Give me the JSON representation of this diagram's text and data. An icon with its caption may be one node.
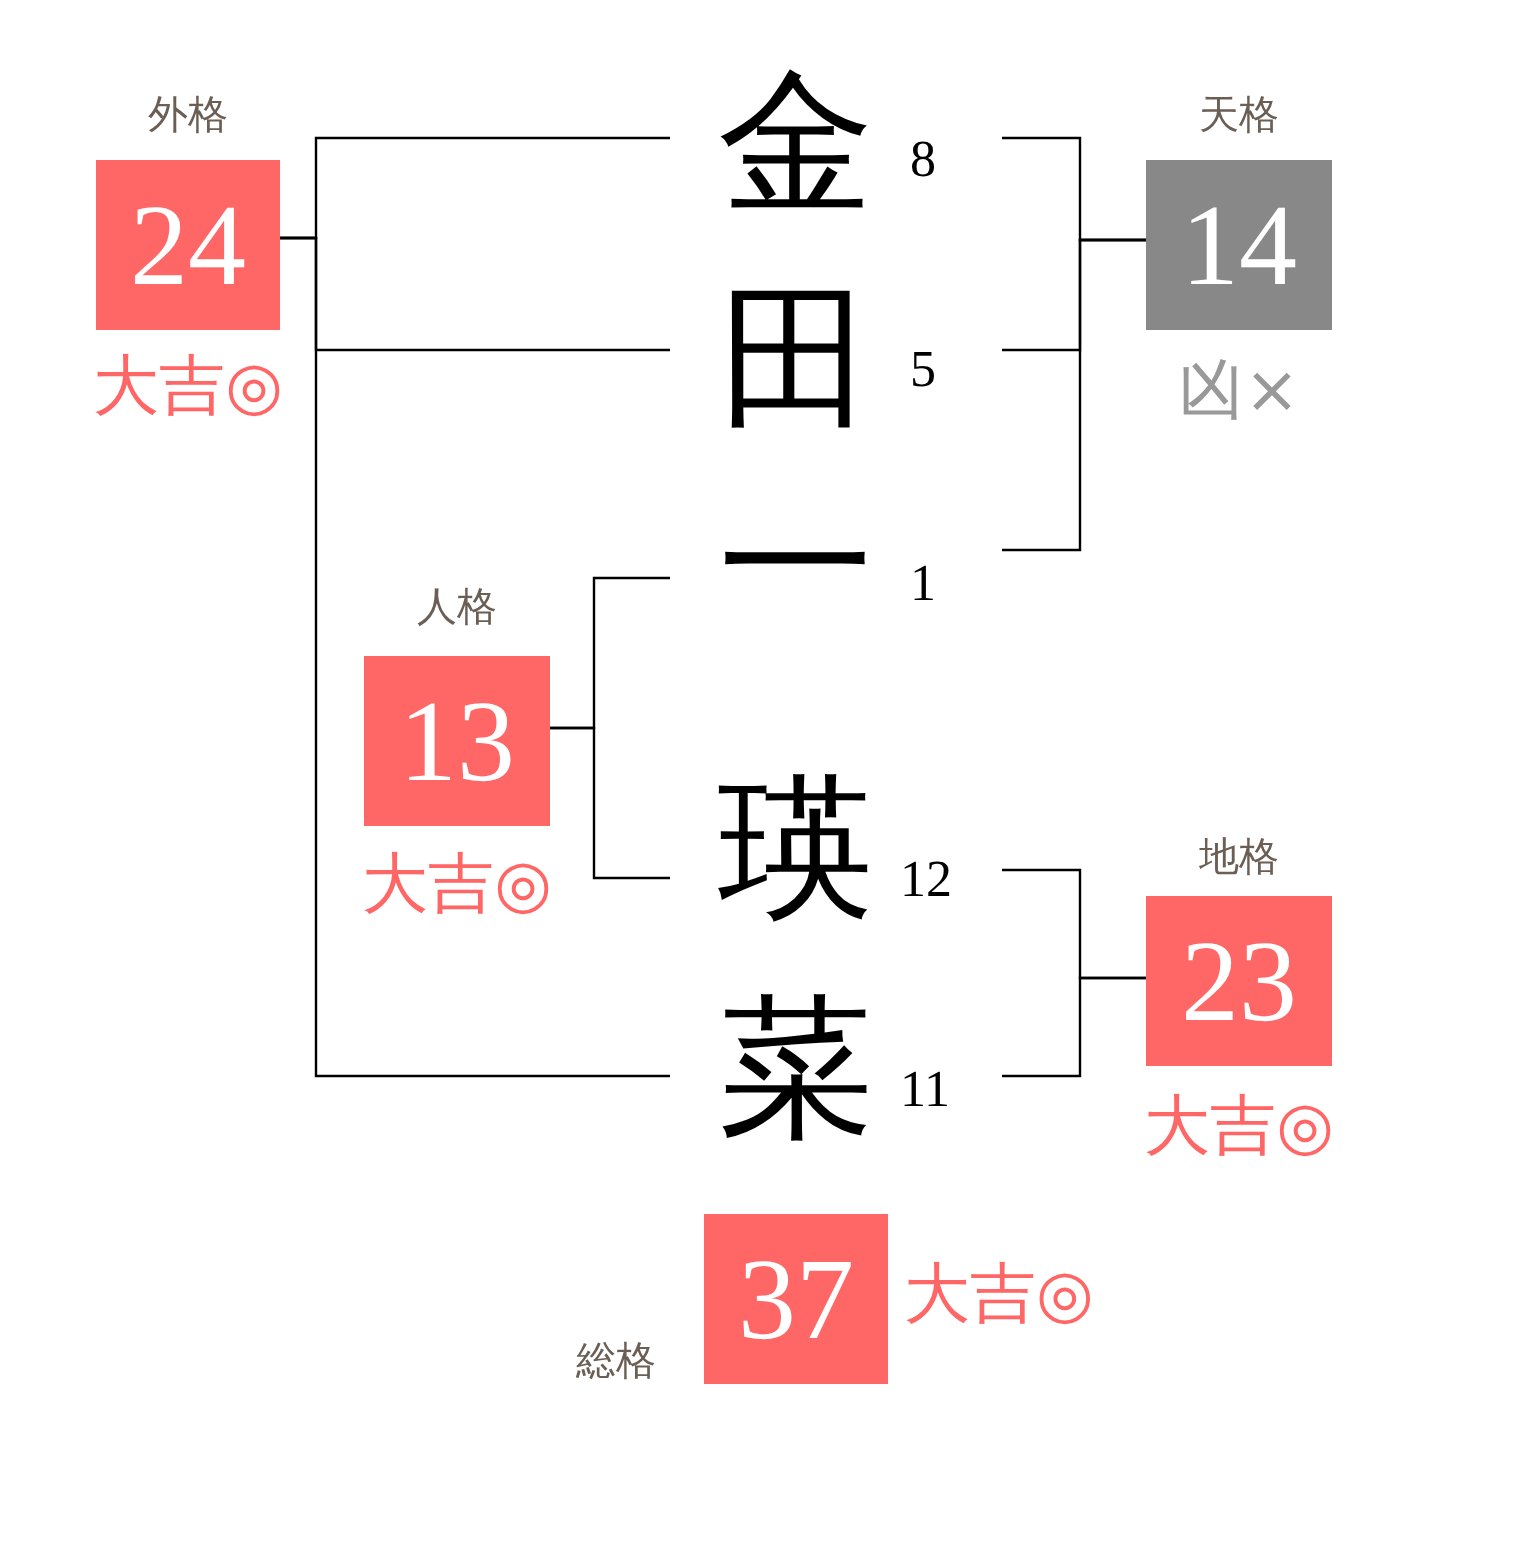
{
  "diagram": {
    "nodes": [
      {
        "text": [
          "外格",
          "24"
        ],
        "beside": [
          "大吉◎"
        ]
      },
      {
        "text": [
          "金"
        ],
        "beside": [
          "8"
        ]
      },
      {
        "text": [
          "天格",
          "14"
        ],
        "beside": [
          "凶×"
        ]
      },
      {
        "text": [
          "田"
        ],
        "beside": [
          "5"
        ]
      },
      {
        "text": [
          "人格",
          "13"
        ],
        "beside": [
          "大吉◎"
        ]
      },
      {
        "text": [
          "一"
        ],
        "beside": [
          "1"
        ]
      },
      {
        "text": [
          "瑛"
        ],
        "beside": [
          "12"
        ]
      },
      {
        "text": [
          "地格",
          "23"
        ],
        "beside": [
          "大吉◎"
        ]
      },
      {
        "text": [
          "菜"
        ],
        "beside": [
          "11"
        ]
      },
      {
        "text": [
          "総格",
          "37"
        ],
        "beside": [
          "大吉◎"
        ]
      }
    ],
    "edges": [
      {
        "from": 1,
        "to": 0,
        "arrow": "none"
      },
      {
        "from": 3,
        "to": 0,
        "arrow": "none"
      },
      {
        "from": 8,
        "to": 0,
        "arrow": "none"
      },
      {
        "from": 1,
        "to": 2,
        "arrow": "none"
      },
      {
        "from": 3,
        "to": 2,
        "arrow": "none"
      },
      {
        "from": 5,
        "to": 2,
        "arrow": "none"
      },
      {
        "from": 5,
        "to": 4,
        "arrow": "none"
      },
      {
        "from": 6,
        "to": 4,
        "arrow": "none"
      },
      {
        "from": 6,
        "to": 7,
        "arrow": "none"
      },
      {
        "from": 8,
        "to": 7,
        "arrow": "none"
      }
    ]
  }
}
